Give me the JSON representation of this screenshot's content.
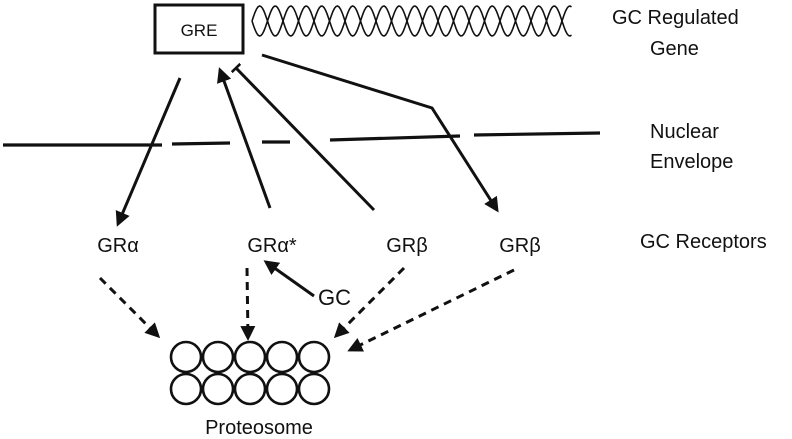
{
  "gene": {
    "box_label": "GRE",
    "label_line1": "GC Regulated",
    "label_line2": "Gene"
  },
  "nuclear_envelope": {
    "label_line1": "Nuclear",
    "label_line2": "Envelope"
  },
  "receptors": {
    "row_label": "GC Receptors",
    "items": [
      {
        "prefix": "GR",
        "greek": "α",
        "suffix": ""
      },
      {
        "prefix": "GR",
        "greek": "α",
        "suffix": "*"
      },
      {
        "prefix": "GR",
        "greek": "β",
        "suffix": ""
      },
      {
        "prefix": "GR",
        "greek": "β",
        "suffix": ""
      }
    ]
  },
  "ligand": {
    "label": "GC"
  },
  "proteasome": {
    "label": "Proteosome"
  },
  "colors": {
    "stroke": "#111111",
    "background": "#ffffff"
  }
}
